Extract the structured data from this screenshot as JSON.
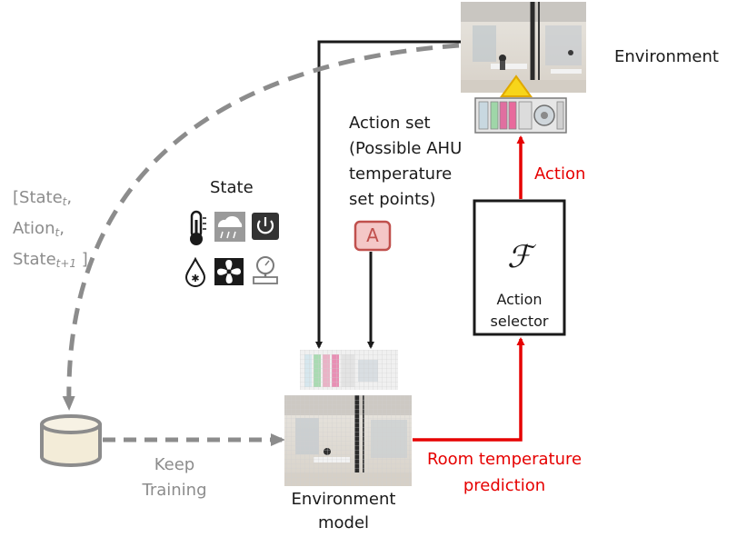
{
  "environment_label": "Environment",
  "action_set": {
    "line1": "Action set",
    "line2": "(Possible AHU",
    "line3": "temperature",
    "line4": "set points)",
    "badge": "A"
  },
  "action_label": "Action",
  "state_label": "State",
  "transition": {
    "open": "[State",
    "sub_t": "t",
    "sep1": ",",
    "ation": "Ation",
    "sub_t2": "t",
    "sep2": ",",
    "state": "State",
    "sub_t1": "t+1",
    "close": " ]"
  },
  "selector": {
    "symbol": "ℱ",
    "line1": "Action",
    "line2": "selector"
  },
  "keep_training": {
    "line1": "Keep",
    "line2": "Training"
  },
  "env_model": {
    "line1": "Environment",
    "line2": "model"
  },
  "prediction": {
    "line1": "Room temperature",
    "line2": "prediction"
  },
  "colors": {
    "red": "#e60000",
    "grey": "#8c8c8c",
    "black": "#1a1a1a",
    "badge_fill": "#f4c7c7",
    "badge_stroke": "#c0504d"
  },
  "icons": [
    "thermometer-icon",
    "cloud-rain-icon",
    "power-icon",
    "humidity-drop-icon",
    "fan-icon",
    "pressure-gauge-icon",
    "database-icon",
    "ahu-unit-icon",
    "office-photo-icon"
  ]
}
